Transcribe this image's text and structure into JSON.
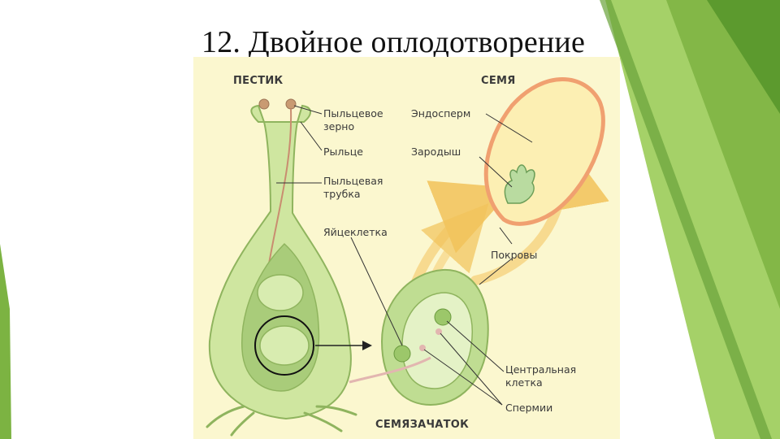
{
  "slide": {
    "title": "12. Двойное оплодотворение"
  },
  "diagram": {
    "headings": {
      "pistil": "ПЕСТИК",
      "seed": "СЕМЯ",
      "ovule": "СЕМЯЗАЧАТОК"
    },
    "labels": {
      "pollen_grain_1": "Пыльцевое",
      "pollen_grain_2": "зерно",
      "stigma": "Рыльце",
      "pollen_tube_1": "Пыльцевая",
      "pollen_tube_2": "трубка",
      "egg_cell": "Яйцеклетка",
      "endosperm": "Эндосперм",
      "embryo": "Зародыш",
      "integuments": "Покровы",
      "central_cell_1": "Центральная",
      "central_cell_2": "клетка",
      "sperm": "Спермии"
    }
  },
  "colors": {
    "panel_bg": "#fbf7cf",
    "plant_green": "#cfe6a0",
    "plant_outline": "#8fb45e",
    "accent_green": "#8dc63f",
    "dark_green": "#4f8a2b",
    "seed_coat": "#f0a070",
    "arrow_yellow": "#f7d585"
  }
}
